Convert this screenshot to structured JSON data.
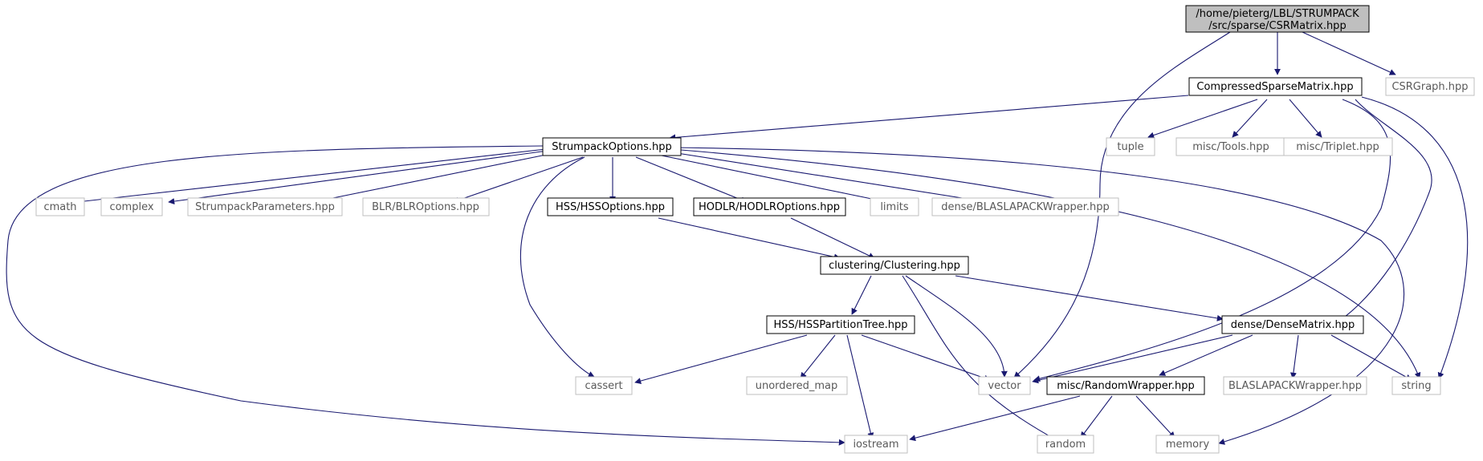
{
  "graph": {
    "root": {
      "line1": "/home/pieterg/LBL/STRUMPACK",
      "line2": "/src/sparse/CSRMatrix.hpp"
    },
    "nodes": {
      "compressed": "CompressedSparseMatrix.hpp",
      "csrgraph": "CSRGraph.hpp",
      "strumpack_options": "StrumpackOptions.hpp",
      "tuple": "tuple",
      "misc_tools": "misc/Tools.hpp",
      "misc_triplet": "misc/Triplet.hpp",
      "cmath": "cmath",
      "complex": "complex",
      "strumpack_parameters": "StrumpackParameters.hpp",
      "blr_options": "BLR/BLROptions.hpp",
      "hss_options": "HSS/HSSOptions.hpp",
      "hodlr_options": "HODLR/HODLROptions.hpp",
      "limits": "limits",
      "dense_blaslapack_wrapper": "dense/BLASLAPACKWrapper.hpp",
      "clustering": "clustering/Clustering.hpp",
      "hss_partition_tree": "HSS/HSSPartitionTree.hpp",
      "dense_matrix": "dense/DenseMatrix.hpp",
      "cassert": "cassert",
      "unordered_map": "unordered_map",
      "vector": "vector",
      "random_wrapper": "misc/RandomWrapper.hpp",
      "blaslapack_wrapper": "BLASLAPACKWrapper.hpp",
      "string": "string",
      "iostream": "iostream",
      "random": "random",
      "memory": "memory"
    },
    "colors": {
      "edge": "#191970",
      "root_fill": "#bfbfbf",
      "documented_border": "#000000",
      "external_border": "#bfbfbf",
      "external_text": "#595959"
    }
  }
}
